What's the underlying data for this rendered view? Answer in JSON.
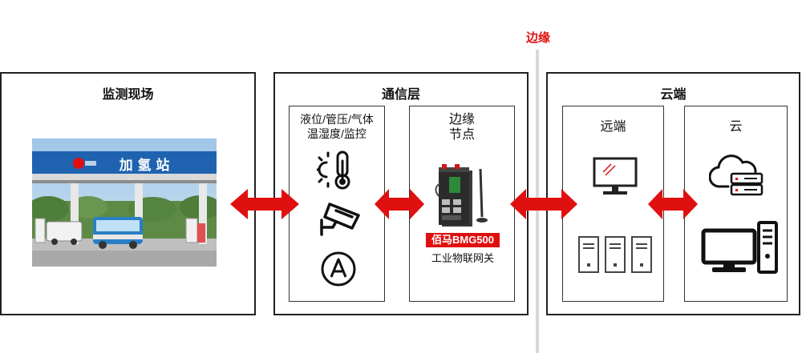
{
  "labels": {
    "edge": "边缘",
    "site_title": "监测现场",
    "comm_title": "通信层",
    "cloud_title": "云端",
    "sensors_line1": "液位/管压/气体",
    "sensors_line2": "温湿度/监控",
    "edge_node_line1": "边缘",
    "edge_node_line2": "节点",
    "product_badge": "佰马BMG500",
    "product_caption": "工业物联网关",
    "remote_title": "远端",
    "cloud_sub_title": "云",
    "station_sign": "加 氢 站"
  },
  "icons": {
    "temperature": "thermometer-sun-icon",
    "camera": "surveillance-camera-icon",
    "sensor": "circled-a-icon",
    "router": "industrial-gateway-device",
    "monitor": "monitor-icon",
    "servers": "server-tower-icon",
    "cloud": "cloud-storage-icon",
    "desktop": "desktop-computer-icon",
    "arrow": "double-arrow-icon"
  },
  "colors": {
    "accent_red": "#e01010",
    "border": "#222222",
    "divider": "#d8d8d8"
  }
}
